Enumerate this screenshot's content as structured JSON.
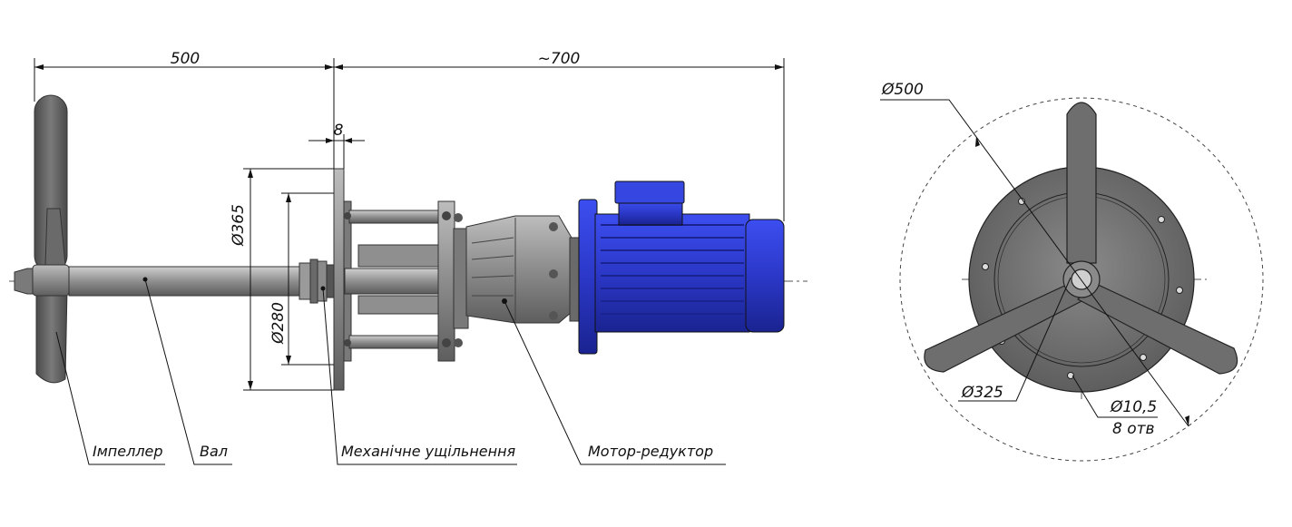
{
  "side_view": {
    "dim_500": "500",
    "dim_700": "~700",
    "dim_8": "8",
    "dim_365": "Ø365",
    "dim_280": "Ø280",
    "label_impeller": "Імпеллер",
    "label_shaft": "Вал",
    "label_seal": "Механічне ущільнення",
    "label_motor": "Мотор-редуктор"
  },
  "front_view": {
    "dim_500": "Ø500",
    "dim_325": "Ø325",
    "dim_hole": "Ø10,5",
    "dim_hole_count": "8 отв"
  },
  "colors": {
    "motor_blue": "#2f3fd0",
    "motor_blue_dark": "#1e2a9a",
    "steel": "#8a8a8a",
    "steel_dark": "#5d5d5d",
    "steel_light": "#b5b5b5"
  }
}
